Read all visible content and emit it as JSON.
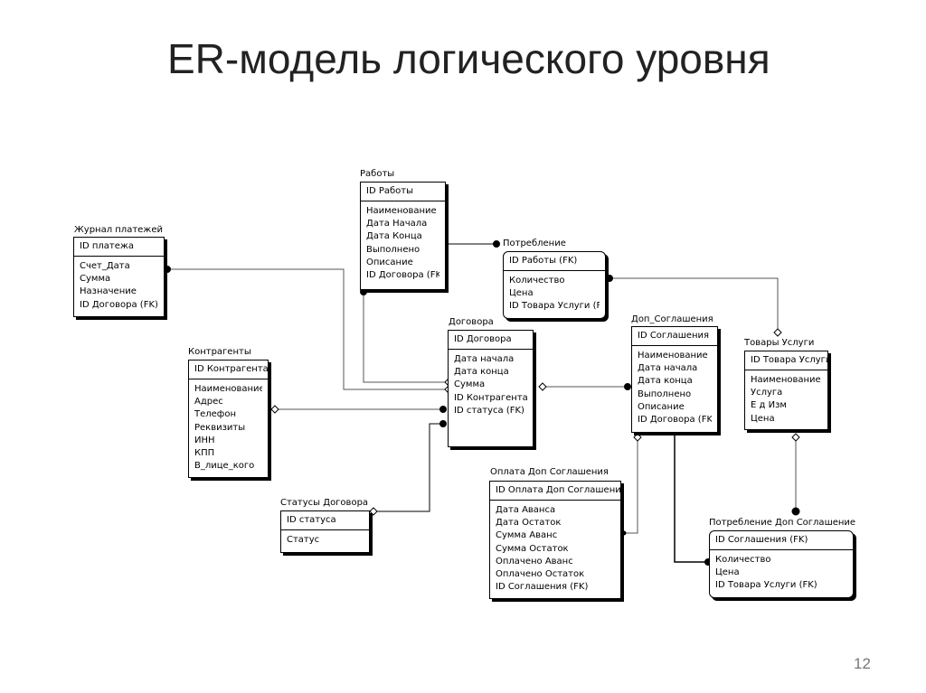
{
  "title": "ER-модель логического уровня",
  "page_number": "12",
  "entities": {
    "raboty": {
      "name": "Работы",
      "key": "ID Работы",
      "attrs": [
        "Наименование",
        "Дата Начала",
        "Дата Конца",
        "Выполнено",
        "Описание",
        "ID Договора (FK)"
      ]
    },
    "zhurnal": {
      "name": "Журнал платежей",
      "key": "ID платежа",
      "attrs": [
        "Счет_Дата",
        "Сумма",
        "Назначение",
        "ID Договора (FK)"
      ]
    },
    "potreblenie": {
      "name": "Потребление",
      "key": "ID Работы (FK)",
      "attrs": [
        "Количество",
        "Цена",
        "ID Товара Услуги (FK)"
      ]
    },
    "dogovora": {
      "name": "Договора",
      "key": "ID Договора",
      "attrs": [
        "Дата начала",
        "Дата конца",
        "Сумма",
        "ID Контрагента (FK)",
        "ID статуса (FK)"
      ]
    },
    "dop": {
      "name": "Доп_Соглашения",
      "key": "ID Соглашения",
      "attrs": [
        "Наименование",
        "Дата начала",
        "Дата конца",
        "Выполнено",
        "Описание",
        "ID Договора (FK)"
      ]
    },
    "tovary": {
      "name": "Товары Услуги",
      "key": "ID Товара Услуги",
      "attrs": [
        "Наименование",
        "Услуга",
        "Е д Изм",
        "Цена"
      ]
    },
    "kontragenty": {
      "name": "Контрагенты",
      "key": "ID Контрагента",
      "attrs": [
        "Наименование",
        "Адрес",
        "Телефон",
        "Реквизиты",
        "ИНН",
        "КПП",
        "В_лице_кого"
      ]
    },
    "statusy": {
      "name": "Статусы Договора",
      "key": "ID статуса",
      "attrs": [
        "Статус"
      ]
    },
    "oplata": {
      "name": "Оплата Доп Соглашения",
      "key": "ID Оплата Доп Соглашения",
      "attrs": [
        "Дата Аванса",
        "Дата Остаток",
        "Сумма Аванс",
        "Сумма Остаток",
        "Оплачено Аванс",
        "Оплачено Остаток",
        "ID Соглашения (FK)"
      ]
    },
    "potreb_dop": {
      "name": "Потребление Доп Соглашение",
      "key": "ID Соглашения (FK)",
      "attrs": [
        "Количество",
        "Цена",
        "ID Товара Услуги (FK)"
      ]
    }
  }
}
